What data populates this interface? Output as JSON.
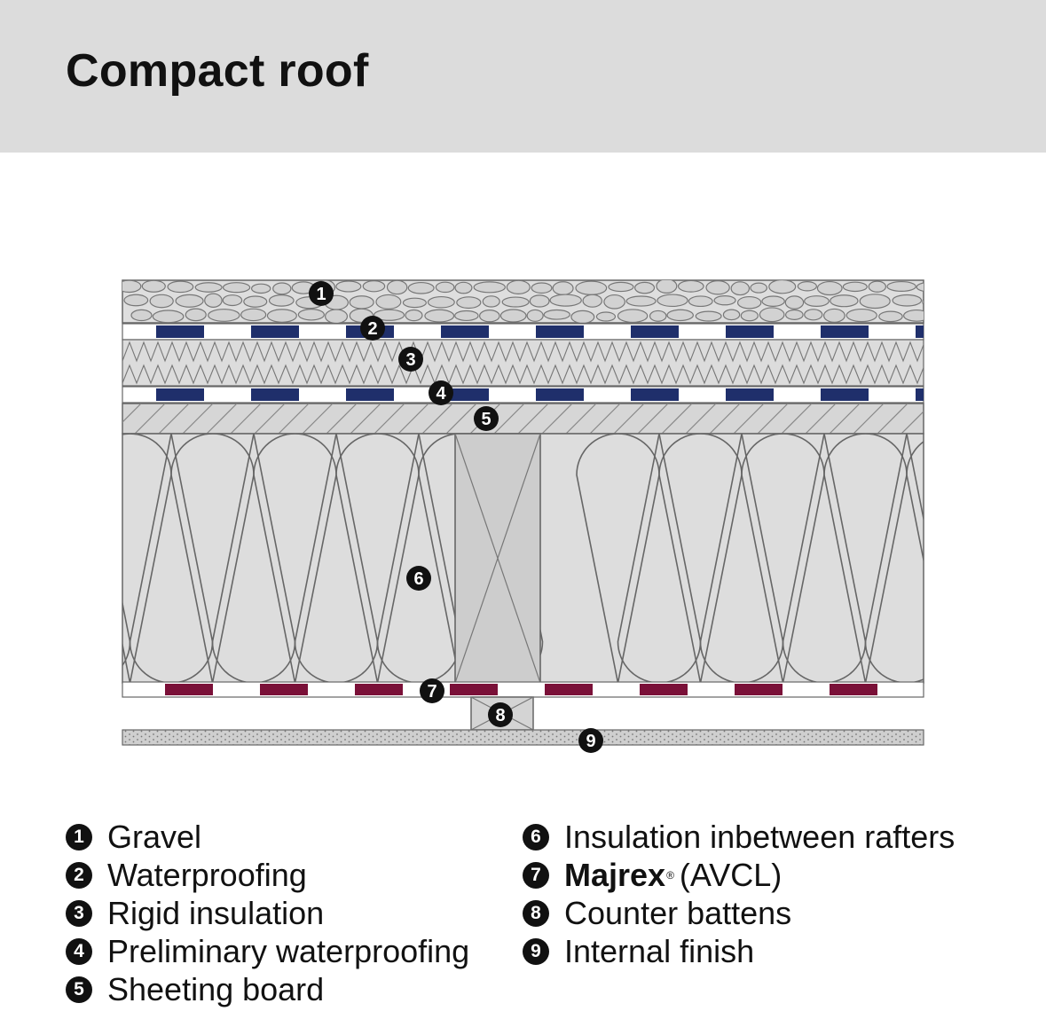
{
  "header": {
    "title": "Compact roof"
  },
  "diagram": {
    "callouts": [
      "1",
      "2",
      "3",
      "4",
      "5",
      "6",
      "7",
      "8",
      "9"
    ]
  },
  "legend": {
    "left": [
      {
        "num": "1",
        "label": "Gravel"
      },
      {
        "num": "2",
        "label": "Waterproofing"
      },
      {
        "num": "3",
        "label": "Rigid insulation"
      },
      {
        "num": "4",
        "label": "Preliminary waterproofing"
      },
      {
        "num": "5",
        "label": "Sheeting board"
      }
    ],
    "right": [
      {
        "num": "6",
        "label": "Insulation inbetween rafters"
      },
      {
        "num": "7",
        "brand": "Majrex",
        "reg": "®",
        "label": "(AVCL)"
      },
      {
        "num": "8",
        "label": "Counter battens"
      },
      {
        "num": "9",
        "label": "Internal finish"
      }
    ]
  },
  "colors": {
    "header_bg": "#dcdcdc",
    "membrane_blue": "#1f2f6b",
    "avcl_red": "#7a1038",
    "layer_grey": "#d9d9d9",
    "outline": "#555555"
  }
}
